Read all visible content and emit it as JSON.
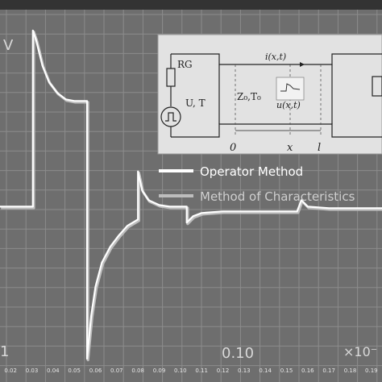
{
  "chart_data": {
    "type": "line",
    "title": "",
    "ylabel": "V",
    "ylabel_partial_left": "1",
    "big_x_label": "0.10",
    "x_scale_label": "×10⁻",
    "x_ticks": [
      "0.02",
      "0.03",
      "0.04",
      "0.05",
      "0.06",
      "0.07",
      "0.08",
      "0.09",
      "0.10",
      "0.11",
      "0.12",
      "0.13",
      "0.14",
      "0.15",
      "0.16",
      "0.17",
      "0.18",
      "0.19"
    ],
    "xlim": [
      0.015,
      0.195
    ],
    "ylim": [
      -1.0,
      1.2
    ],
    "grid": true,
    "legend_placement": "upper-right",
    "series": [
      {
        "name": "Operator Method",
        "color": "#ffffff",
        "x": [
          0.015,
          0.0305,
          0.0305,
          0.032,
          0.035,
          0.038,
          0.042,
          0.046,
          0.05,
          0.056,
          0.056,
          0.058,
          0.06,
          0.063,
          0.067,
          0.071,
          0.075,
          0.08,
          0.08,
          0.082,
          0.085,
          0.09,
          0.095,
          0.103,
          0.103,
          0.106,
          0.11,
          0.12,
          0.13,
          0.14,
          0.15,
          0.155,
          0.157,
          0.16,
          0.17,
          0.18,
          0.195
        ],
        "y": [
          0,
          0,
          1.1,
          1.04,
          0.88,
          0.78,
          0.71,
          0.67,
          0.66,
          0.66,
          -0.95,
          -0.68,
          -0.5,
          -0.35,
          -0.25,
          -0.18,
          -0.12,
          -0.08,
          0.22,
          0.1,
          0.04,
          0.01,
          0.0,
          0.0,
          -0.1,
          -0.06,
          -0.04,
          -0.03,
          -0.03,
          -0.03,
          -0.03,
          -0.03,
          0.04,
          0.0,
          -0.01,
          -0.01,
          -0.01
        ]
      },
      {
        "name": "Method of Characteristics",
        "color": "#bdbdbd",
        "x": [
          0.015,
          0.0305,
          0.0305,
          0.032,
          0.035,
          0.038,
          0.042,
          0.046,
          0.05,
          0.056,
          0.056,
          0.058,
          0.06,
          0.063,
          0.067,
          0.071,
          0.075,
          0.08,
          0.08,
          0.082,
          0.085,
          0.09,
          0.095,
          0.103,
          0.103,
          0.106,
          0.11,
          0.12,
          0.13,
          0.14,
          0.15,
          0.155,
          0.157,
          0.16,
          0.17,
          0.18,
          0.195
        ],
        "y": [
          0,
          0,
          1.1,
          1.04,
          0.88,
          0.78,
          0.71,
          0.67,
          0.66,
          0.66,
          -0.95,
          -0.68,
          -0.5,
          -0.35,
          -0.25,
          -0.18,
          -0.12,
          -0.08,
          0.22,
          0.1,
          0.04,
          0.01,
          0.0,
          0.0,
          -0.1,
          -0.06,
          -0.04,
          -0.03,
          -0.03,
          -0.03,
          -0.03,
          -0.03,
          0.04,
          0.0,
          -0.01,
          -0.01,
          -0.01
        ]
      }
    ],
    "inset": {
      "labels": {
        "rg": "RG",
        "source": "U, T",
        "current": "i(x,t)",
        "impedance": "Z₀,T₀",
        "voltage": "u(x,t)",
        "x0": "0",
        "xx": "x",
        "xl": "l"
      }
    }
  },
  "colors": {
    "background": "#6e6e6e",
    "grid": "#8c8c8c",
    "inset_bg": "#e2e2e2"
  }
}
